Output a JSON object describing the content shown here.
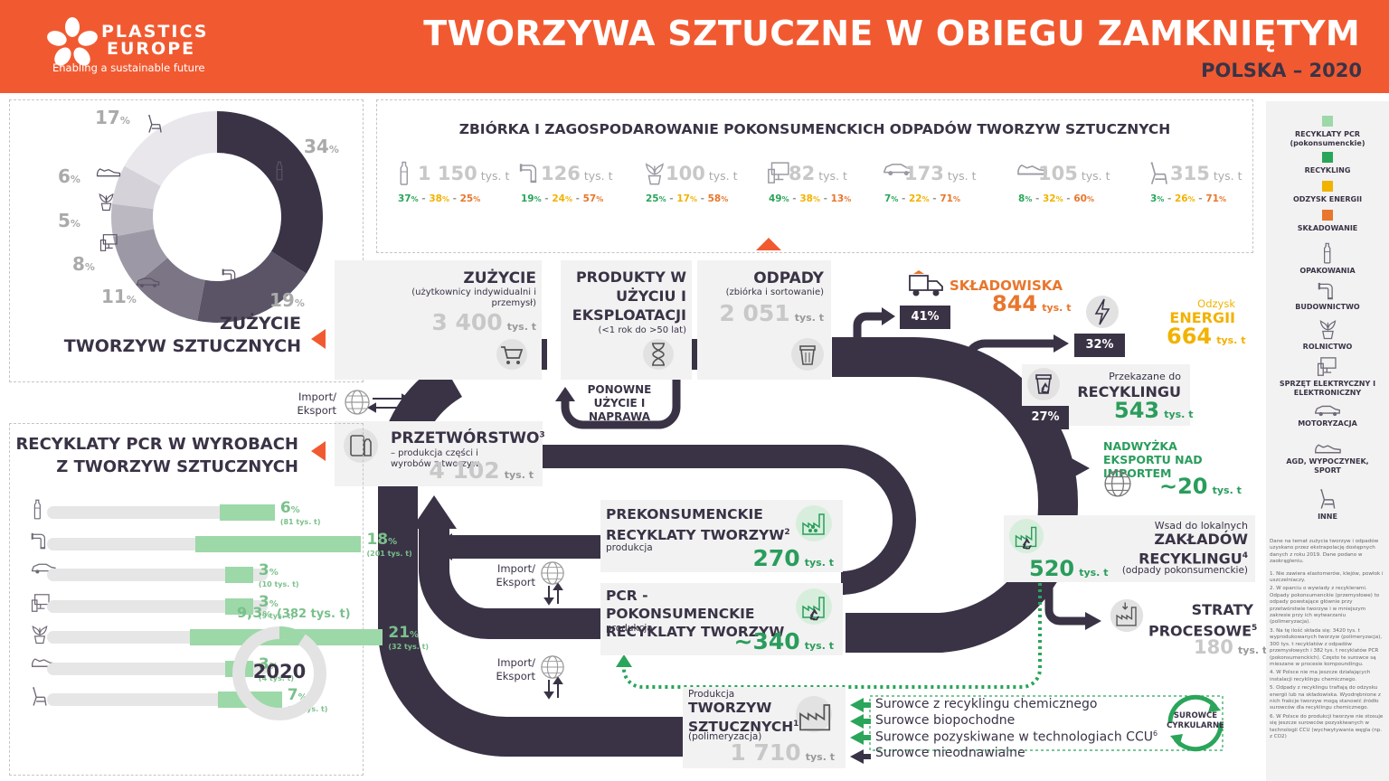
{
  "header": {
    "logo_name_line1": "PLASTICS",
    "logo_name_line2": "EUROPE",
    "logo_tagline": "Enabling a sustainable future",
    "title": "TWORZYWA SZTUCZNE W OBIEGU ZAMKNIĘTYM",
    "subtitle": "POLSKA – 2020"
  },
  "consumption": {
    "title_line1": "ZUŻYCIE",
    "title_line2": "TWORZYW SZTUCZNYCH",
    "unit": "%",
    "donut": [
      {
        "value": 34,
        "label": "34",
        "color": "#3a3346",
        "icon": "bottle-icon"
      },
      {
        "value": 19,
        "label": "19",
        "color": "#5b5467",
        "icon": "pipe-icon"
      },
      {
        "value": 11,
        "label": "11",
        "color": "#7b7585",
        "icon": "car-icon"
      },
      {
        "value": 8,
        "label": "8",
        "color": "#9d98a5",
        "icon": "computer-icon"
      },
      {
        "value": 5,
        "label": "5",
        "color": "#bcb8c2",
        "icon": "plant-icon"
      },
      {
        "value": 6,
        "label": "6",
        "color": "#d5d2d9",
        "icon": "shoe-icon"
      },
      {
        "value": 17,
        "label": "17",
        "color": "#e9e7ec",
        "icon": "chair-icon"
      }
    ]
  },
  "waste_management": {
    "title": "ZBIÓRKA I ZAGOSPODAROWANIE POKONSUMENCKICH ODPADÓW TWORZYW SZTUCZNYCH",
    "unit": "tys. t",
    "items": [
      {
        "icon": "bottle-icon",
        "value": "1 150",
        "recycling": "37",
        "energy": "38",
        "landfill": "25"
      },
      {
        "icon": "pipe-icon",
        "value": "126",
        "recycling": "19",
        "energy": "24",
        "landfill": "57"
      },
      {
        "icon": "plant-icon",
        "value": "100",
        "recycling": "25",
        "energy": "17",
        "landfill": "58"
      },
      {
        "icon": "computer-icon",
        "value": "82",
        "recycling": "49",
        "energy": "38",
        "landfill": "13"
      },
      {
        "icon": "car-icon",
        "value": "173",
        "recycling": "7",
        "energy": "22",
        "landfill": "71"
      },
      {
        "icon": "shoe-icon",
        "value": "105",
        "recycling": "8",
        "energy": "32",
        "landfill": "60"
      },
      {
        "icon": "chair-icon",
        "value": "315",
        "recycling": "3",
        "energy": "26",
        "landfill": "71"
      }
    ]
  },
  "flow": {
    "zuzycie_title": "ZUŻYCIE",
    "zuzycie_sub": "(użytkownicy indywidualni i przemysł)",
    "zuzycie_value": "3 400",
    "produkty_title": "PRODUKTY W UŻYCIU I EKSPLOATACJI",
    "produkty_sub": "(<1 rok do >50 lat)",
    "odpady_title": "ODPADY",
    "odpady_sub": "(zbiórka i sortowanie)",
    "odpady_value": "2 051",
    "ponowne": "PONOWNE UŻYCIE I NAPRAWA",
    "import_export": "Import/ Eksport",
    "przetworstwo_title": "PRZETWÓRSTWO",
    "przetworstwo_sup": "3",
    "przetworstwo_sub": "– produkcja części i wyrobów z tworzyw",
    "przetworstwo_value": "4 102",
    "prekons_title": "PREKONSUMENCKIE RECYKLATY TWORZYW",
    "prekons_sup": "2",
    "prekons_sub": "produkcja",
    "prekons_value": "270",
    "pcr_title": "PCR - POKONSUMENCKIE RECYKLATY TWORZYW",
    "pcr_sub": "produkcja",
    "pcr_value": "~340",
    "produkcja_pre": "Produkcja",
    "produkcja_title": "TWORZYW SZTUCZNYCH",
    "produkcja_sup": "1",
    "produkcja_sub": "(polimeryzacja)",
    "produkcja_value": "1 710",
    "unit": "tys. t"
  },
  "outputs": {
    "skladowiska_pct": "41%",
    "skladowiska_title": "SKŁADOWISKA",
    "skladowiska_value": "844",
    "energia_pct": "32%",
    "energia_pre": "Odzysk",
    "energia_title": "ENERGII",
    "energia_value": "664",
    "recykling_pct": "27%",
    "recykling_pre": "Przekazane do",
    "recykling_title": "RECYKLINGU",
    "recykling_value": "543",
    "eksport_title": "NADWYŻKA EKSPORTU NAD IMPORTEM",
    "eksport_value": "~20",
    "wsad_pre": "Wsad do lokalnych",
    "wsad_title": "ZAKŁADÓW RECYKLINGU",
    "wsad_sup": "4",
    "wsad_sub": "(odpady pokonsumenckie)",
    "wsad_value": "520",
    "straty_title": "STRATY PROCESOWE",
    "straty_sup": "5",
    "straty_value": "180",
    "unit": "tys. t"
  },
  "sources": {
    "items": [
      "Surowce z recyklingu chemicznego",
      "Surowce biopochodne",
      "Surowce pozyskiwane w technologiach CCU",
      "Surowce nieodnawialne"
    ],
    "ccu_sup": "6",
    "badge_line1": "SUROWCE",
    "badge_line2": "CYRKULARNE"
  },
  "pcr_products": {
    "title_line1": "RECYKLATY PCR W WYROBACH",
    "title_line2": "Z TWORZYW SZTUCZNYCH",
    "rows": [
      {
        "icon": "bottle-icon",
        "pct": "6",
        "fill": 6,
        "amount": "(81 tys. t)"
      },
      {
        "icon": "pipe-icon",
        "pct": "18",
        "fill": 18,
        "amount": "(201 tys. t)"
      },
      {
        "icon": "car-icon",
        "pct": "3",
        "fill": 3,
        "amount": "(10 tys. t)"
      },
      {
        "icon": "computer-icon",
        "pct": "3",
        "fill": 3,
        "amount": "(9 tys. t)"
      },
      {
        "icon": "plant-icon",
        "pct": "21",
        "fill": 21,
        "amount": "(32 tys. t)"
      },
      {
        "icon": "shoe-icon",
        "pct": "3",
        "fill": 3,
        "amount": "(4 tys. t)"
      },
      {
        "icon": "chair-icon",
        "pct": "7",
        "fill": 7,
        "amount": "(45 tys. t)"
      }
    ],
    "total_pct": "9,3",
    "total_amount": "(382 tys. t)",
    "total_fill": 9.3,
    "year": "2020"
  },
  "legend": {
    "items": [
      {
        "label": "RECYKLATY PCR (pokonsumenckie)",
        "color": "#9dd8a8"
      },
      {
        "label": "RECYKLING",
        "color": "#2aa55a"
      },
      {
        "label": "ODZYSK ENERGII",
        "color": "#f2b200"
      },
      {
        "label": "SKŁADOWANIE",
        "color": "#e8762c"
      }
    ],
    "icons": [
      {
        "icon": "bottle-icon",
        "label": "OPAKOWANIA"
      },
      {
        "icon": "pipe-icon",
        "label": "BUDOWNICTWO"
      },
      {
        "icon": "plant-icon",
        "label": "ROLNICTWO"
      },
      {
        "icon": "computer-icon",
        "label": "SPRZĘT ELEKTRYCZNY I ELEKTRONICZNY"
      },
      {
        "icon": "car-icon",
        "label": "MOTORYZACJA"
      },
      {
        "icon": "shoe-icon",
        "label": "AGD, WYPOCZYNEK, SPORT"
      },
      {
        "icon": "chair-icon",
        "label": "INNE"
      }
    ],
    "footnote_intro": "Dane na temat zużycia tworzyw i odpadów uzyskano przez ekstrapolację dostępnych danych z roku 2019. Dane podano w zaokrągleniu.",
    "footnotes": [
      "1. Nie zawiera elastomerów, klejów, powłok i uszczelniaczy.",
      "2. W oparciu o wywiady z recyklerami. Odpady pokonsumenckie (przemysłowe) to odpady powstające głównie przy przetwórstwie tworzyw i w mniejszym zakresie przy ich wytwarzaniu (polimeryzacja).",
      "3. Na tę ilość składa się: 3420 tys. t wyprodukowanych tworzyw (polimeryzacja), 300 tys. t recyklatów z odpadów przemysłowych i 382 tys. t recyklatów PCR (pokonsumenckich). Często te surowce są mieszane w procesie kompoundingu.",
      "4. W Polsce nie ma jeszcze działających instalacji recyklingu chemicznego.",
      "5. Odpady z recyklingu trafiają do odzysku energii lub na składowiska. Wyodrębnione z nich frakcje tworzyw mogą stanowić źródło surowców dla recyklingu chemicznego.",
      "6. W Polsce do produkcji tworzyw nie stosuje się jeszcze surowców pozyskiwanych w technologii CCU (wychwytywania węgla (np. z CO2)"
    ]
  }
}
